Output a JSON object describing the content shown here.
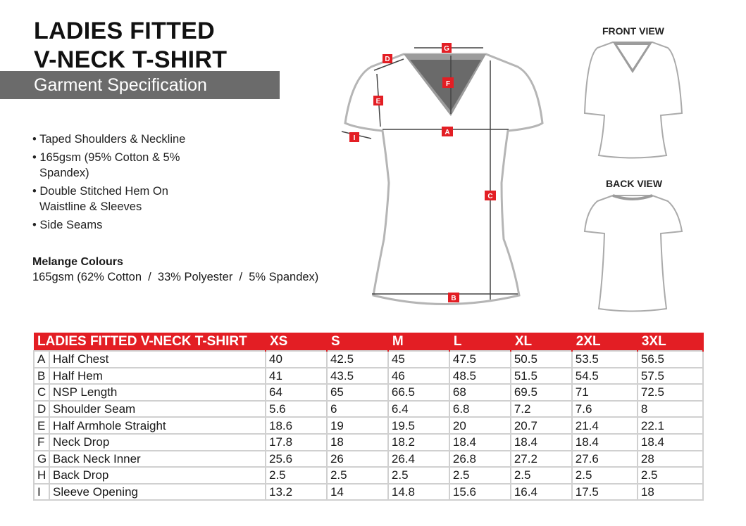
{
  "title_lines": [
    "LADIES FITTED",
    "V-NECK T-SHIRT"
  ],
  "subtitle": "Garment Specification",
  "features": [
    "• Taped Shoulders & Neckline",
    "• 165gsm (95% Cotton & 5% Spandex)",
    "• Double Stitched Hem On Waistline & Sleeves",
    "• Side Seams"
  ],
  "melange": {
    "heading": "Melange Colours",
    "text": "165gsm (62% Cotton  /  33% Polyester  /  5% Spandex)"
  },
  "views": {
    "front": "FRONT VIEW",
    "back": "BACK VIEW"
  },
  "diagram_labels": [
    "A",
    "B",
    "C",
    "D",
    "E",
    "F",
    "G",
    "I"
  ],
  "colors": {
    "accent": "#e31e24",
    "bar": "#6b6b6b"
  },
  "table": {
    "header": "LADIES FITTED V-NECK T-SHIRT",
    "sizes": [
      "XS",
      "S",
      "M",
      "L",
      "XL",
      "2XL",
      "3XL"
    ],
    "rows": [
      {
        "code": "A",
        "name": "Half Chest",
        "values": [
          "40",
          "42.5",
          "45",
          "47.5",
          "50.5",
          "53.5",
          "56.5"
        ]
      },
      {
        "code": "B",
        "name": "Half Hem",
        "values": [
          "41",
          "43.5",
          "46",
          "48.5",
          "51.5",
          "54.5",
          "57.5"
        ]
      },
      {
        "code": "C",
        "name": "NSP Length",
        "values": [
          "64",
          "65",
          "66.5",
          "68",
          "69.5",
          "71",
          "72.5"
        ]
      },
      {
        "code": "D",
        "name": "Shoulder Seam",
        "values": [
          "5.6",
          "6",
          "6.4",
          "6.8",
          "7.2",
          "7.6",
          "8"
        ]
      },
      {
        "code": "E",
        "name": "Half Armhole Straight",
        "values": [
          "18.6",
          "19",
          "19.5",
          "20",
          "20.7",
          "21.4",
          "22.1"
        ]
      },
      {
        "code": "F",
        "name": "Neck Drop",
        "values": [
          "17.8",
          "18",
          "18.2",
          "18.4",
          "18.4",
          "18.4",
          "18.4"
        ]
      },
      {
        "code": "G",
        "name": "Back Neck Inner",
        "values": [
          "25.6",
          "26",
          "26.4",
          "26.8",
          "27.2",
          "27.6",
          "28"
        ]
      },
      {
        "code": "H",
        "name": "Back Drop",
        "values": [
          "2.5",
          "2.5",
          "2.5",
          "2.5",
          "2.5",
          "2.5",
          "2.5"
        ]
      },
      {
        "code": "I",
        "name": "Sleeve Opening",
        "values": [
          "13.2",
          "14",
          "14.8",
          "15.6",
          "16.4",
          "17.5",
          "18"
        ]
      }
    ]
  }
}
